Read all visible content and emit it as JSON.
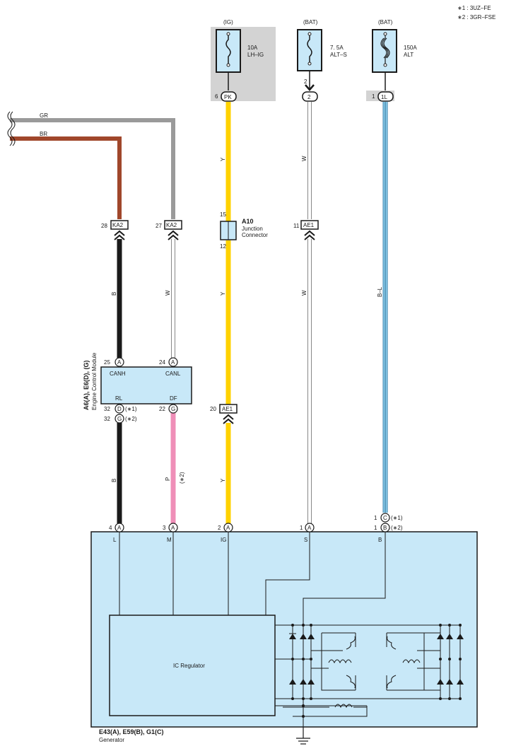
{
  "notes": [
    "∗1 : 3UZ–FE",
    "∗2 : 3GR–FSE"
  ],
  "fuses": {
    "lhig": {
      "source": "(IG)",
      "rating": "10A",
      "name": "LH–IG",
      "pin": "6",
      "connector": "PK"
    },
    "alts": {
      "source": "(BAT)",
      "rating": "7. 5A",
      "name": "ALT–S",
      "pin": "2",
      "connector": "2",
      "upper_pin": "2"
    },
    "alt": {
      "source": "(BAT)",
      "rating": "150A",
      "name": "ALT",
      "pin": "1",
      "connector": "1L"
    }
  },
  "wires": {
    "gr": "GR",
    "br": "BR",
    "y1": "Y",
    "y2": "Y",
    "y3": "Y",
    "w1": "W",
    "w2": "W",
    "w3": "W",
    "b1": "B",
    "b2": "B",
    "bl": "B–L",
    "p": "P",
    "p_note": "(∗2)"
  },
  "connectors": {
    "ka2_left": {
      "pin": "28",
      "name": "KA2"
    },
    "ka2_right": {
      "pin": "27",
      "name": "KA2"
    },
    "ae1_top": {
      "pin": "11",
      "name": "AE1"
    },
    "ae1_mid": {
      "pin": "20",
      "name": "AE1"
    }
  },
  "junction": {
    "id": "A10",
    "line1": "Junction",
    "line2": "Connector",
    "pin_top": "15",
    "pin_bottom": "12"
  },
  "ecm": {
    "ids": "A6(A), E6(D), (G)",
    "name": "Engine Control Module",
    "canh": "CANH",
    "canl": "CANL",
    "rl": "RL",
    "df": "DF",
    "pin_canh": "25",
    "pin_canl": "24",
    "pin_canh_tag": "A",
    "pin_canl_tag": "A",
    "pin_rl1": "32",
    "pin_rl1_tag": "D",
    "pin_rl1_note": "(∗1)",
    "pin_rl2": "32",
    "pin_rl2_tag": "G",
    "pin_rl2_note": "(∗2)",
    "pin_df": "22",
    "pin_df_tag": "G"
  },
  "generator": {
    "ids": "E43(A), E59(B), G1(C)",
    "name": "Generator",
    "regulator": "IC Regulator",
    "terminals": {
      "L": "L",
      "M": "M",
      "IG": "IG",
      "S": "S",
      "B": "B"
    },
    "pin_l": "4",
    "pin_m": "3",
    "pin_ig": "2",
    "pin_s": "1",
    "pin_b1": "1",
    "pin_b1_tag": "C",
    "pin_b1_note": "(∗1)",
    "pin_b2": "1",
    "pin_b2_tag": "B",
    "pin_b2_note": "(∗2)",
    "tag_a": "A"
  },
  "colors": {
    "yellow": "#ffd200",
    "brown": "#a0472b",
    "gray": "#9a9a9a",
    "black": "#1a1a1a",
    "pink": "#ef8fb8",
    "blue": "#6ab8de",
    "box_fill": "#c8e8f8",
    "fuse_bg": "#d3d3d3"
  }
}
